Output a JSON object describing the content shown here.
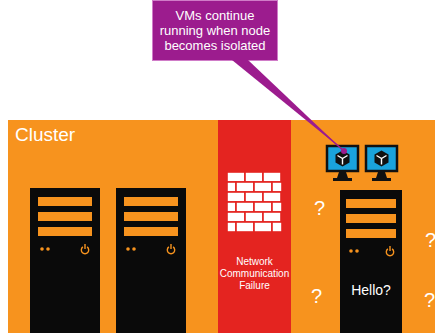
{
  "diagram": {
    "nodes": [
      {
        "text": [
          "VMs continue running when node becomes isolated"
        ]
      },
      {
        "text": [
          "Cluster"
        ]
      },
      {
        "text": [
          "Network Communication Failure"
        ],
        "in": 1
      },
      {
        "text": [
          "Hello?"
        ],
        "in": 1
      }
    ],
    "labels": [
      "?",
      "?",
      "?",
      "?"
    ]
  }
}
